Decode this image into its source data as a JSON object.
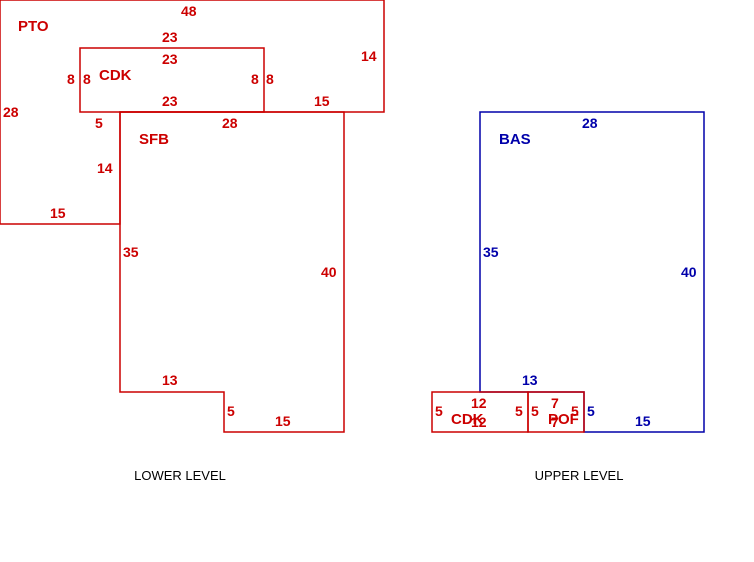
{
  "colors": {
    "lower": "#cc0000",
    "upper_base": "#0000aa",
    "upper_attached": "#cc0000"
  },
  "lower_level": {
    "caption": "LOWER LEVEL",
    "pto": {
      "label": "PTO",
      "dims": {
        "top": "48",
        "right": "14",
        "left": "28",
        "bottom": "15",
        "bottom_right": "15"
      }
    },
    "cdk": {
      "label": "CDK",
      "dims": {
        "top_outer": "23",
        "top_inner": "23",
        "bottom": "23",
        "left_outer": "8",
        "left_inner": "8",
        "right_inner": "8",
        "right_outer": "8"
      }
    },
    "sfb": {
      "label": "SFB",
      "dims": {
        "top": "28",
        "right": "40",
        "left_upper": "5",
        "left_mid": "14",
        "left_lower": "35",
        "step_top": "13",
        "step_side": "5",
        "bottom": "15"
      }
    }
  },
  "upper_level": {
    "caption": "UPPER LEVEL",
    "bas": {
      "label": "BAS",
      "dims": {
        "top": "28",
        "left": "35",
        "right": "40",
        "step": "13",
        "bottom": "15",
        "side": "5"
      }
    },
    "cdk": {
      "label": "CDK",
      "dims": {
        "top": "12",
        "bottom": "12",
        "left": "5",
        "right": "5"
      }
    },
    "pof": {
      "label": "POF",
      "dims": {
        "top": "7",
        "bottom": "7",
        "left": "5",
        "right": "5"
      }
    }
  }
}
